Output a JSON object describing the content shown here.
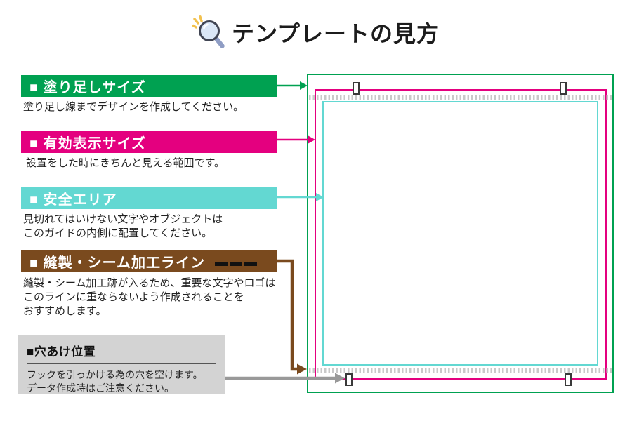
{
  "title": {
    "text": "テンプレートの見方",
    "icon": "magnifier-sparkle-icon"
  },
  "colors": {
    "bleed_green": "#00a151",
    "visible_pink": "#e4007f",
    "safe_cyan": "#63d8d2",
    "seam_brown": "#7a4a1e",
    "hole_note_gray": "#d3d3d3",
    "seam_stitch_gray": "#c9c9c9",
    "arrow_gray": "#999999",
    "hole_border": "#3a3a3a"
  },
  "legend": [
    {
      "id": "bleed",
      "label": "■ 塗り足しサイズ",
      "color": "#00a151",
      "desc": [
        "塗り足し線までデザインを作成してください。"
      ]
    },
    {
      "id": "visible",
      "label": "■ 有効表示サイズ",
      "color": "#e4007f",
      "desc": [
        "設置をした時にきちんと見える範囲です。"
      ]
    },
    {
      "id": "safe",
      "label": "■ 安全エリア",
      "color": "#63d8d2",
      "desc": [
        "見切れてはいけない文字やオブジェクトは",
        "このガイドの内側に配置してください。"
      ]
    },
    {
      "id": "seam",
      "label": "■ 縫製・シーム加工ライン",
      "dash_sample": "▬▬▬",
      "color": "#7a4a1e",
      "desc": [
        "縫製・シーム加工跡が入るため、重要な文字やロゴは",
        "このラインに重ならないよう作成されることを",
        "おすすめします。"
      ]
    }
  ],
  "hole_note": {
    "title": "■穴あけ位置",
    "desc": [
      "フックを引っかける為の穴を空けます。",
      "データ作成時はご注意ください。"
    ]
  },
  "diagram": {
    "rect_names": [
      "bleed-size-rect",
      "visible-size-rect",
      "safe-area-rect"
    ],
    "seam_lines": [
      "top",
      "bottom"
    ],
    "hole_count": 4
  }
}
